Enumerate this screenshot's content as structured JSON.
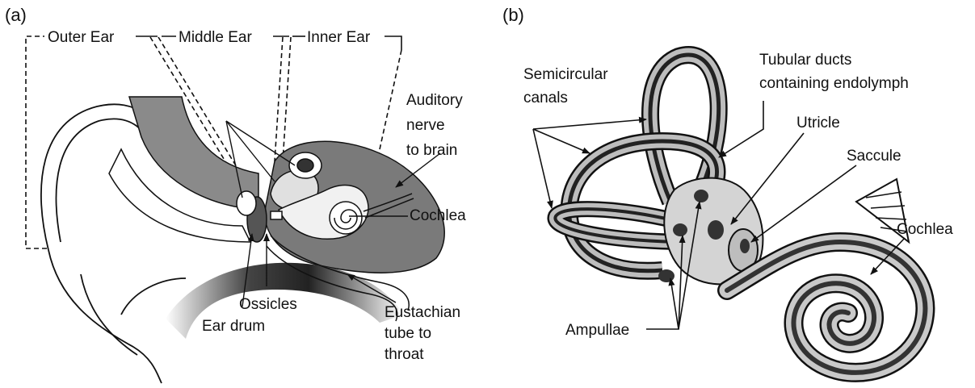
{
  "panel_a": {
    "tag": "(a)",
    "regions": {
      "outer": "Outer Ear",
      "middle": "Middle Ear",
      "inner": "Inner Ear"
    },
    "auditory_nerve": [
      "Auditory",
      "nerve",
      "to brain"
    ],
    "cochlea": "Cochlea",
    "ossicles": "Ossicles",
    "ear_drum": "Ear drum",
    "eustachian": [
      "Eustachian",
      "tube to",
      "throat"
    ]
  },
  "panel_b": {
    "tag": "(b)",
    "semicircular": [
      "Semicircular",
      "canals"
    ],
    "tubular": [
      "Tubular ducts",
      "containing endolymph"
    ],
    "utricle": "Utricle",
    "saccule": "Saccule",
    "cochlea": "Cochlea",
    "ampullae": "Ampullae"
  }
}
